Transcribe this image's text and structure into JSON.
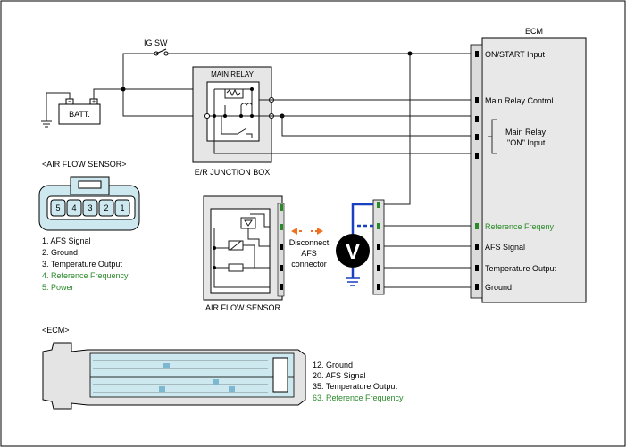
{
  "ig_sw": "IG SW",
  "batt": "BATT.",
  "ecm_title": "ECM",
  "main_relay": "MAIN RELAY",
  "junction_box": "E/R JUNCTION BOX",
  "ecm_pins": [
    "ON/START Input",
    "Main Relay Control",
    "Main Relay",
    "\"ON\" Input",
    "Reference Freqeny",
    "AFS Signal",
    "Temperature Output",
    "Ground"
  ],
  "afs_header": "<AIR FLOW SENSOR>",
  "afs_connector_pins": [
    "5",
    "4",
    "3",
    "2",
    "1"
  ],
  "afs_pin_list": [
    "1. AFS Signal",
    "2. Ground",
    "3. Temperature Output",
    "4. Reference Frequency",
    "5. Power"
  ],
  "afs_label": "AIR FLOW SENSOR",
  "disconnect": [
    "Disconnect",
    "AFS",
    "connector"
  ],
  "voltmeter": "V",
  "ecm_header": "<ECM>",
  "ecm_pin_list": [
    "12. Ground",
    "20. AFS Signal",
    "35. Temperature Output",
    "63. Reference Frequency"
  ],
  "colors": {
    "line": "#1a1a1a",
    "green": "#2a8a2a",
    "blue": "#1a3fbf",
    "orange": "#f07020",
    "connector_fill": "#cde8ee",
    "highlight_pin": "#7db8d0"
  }
}
